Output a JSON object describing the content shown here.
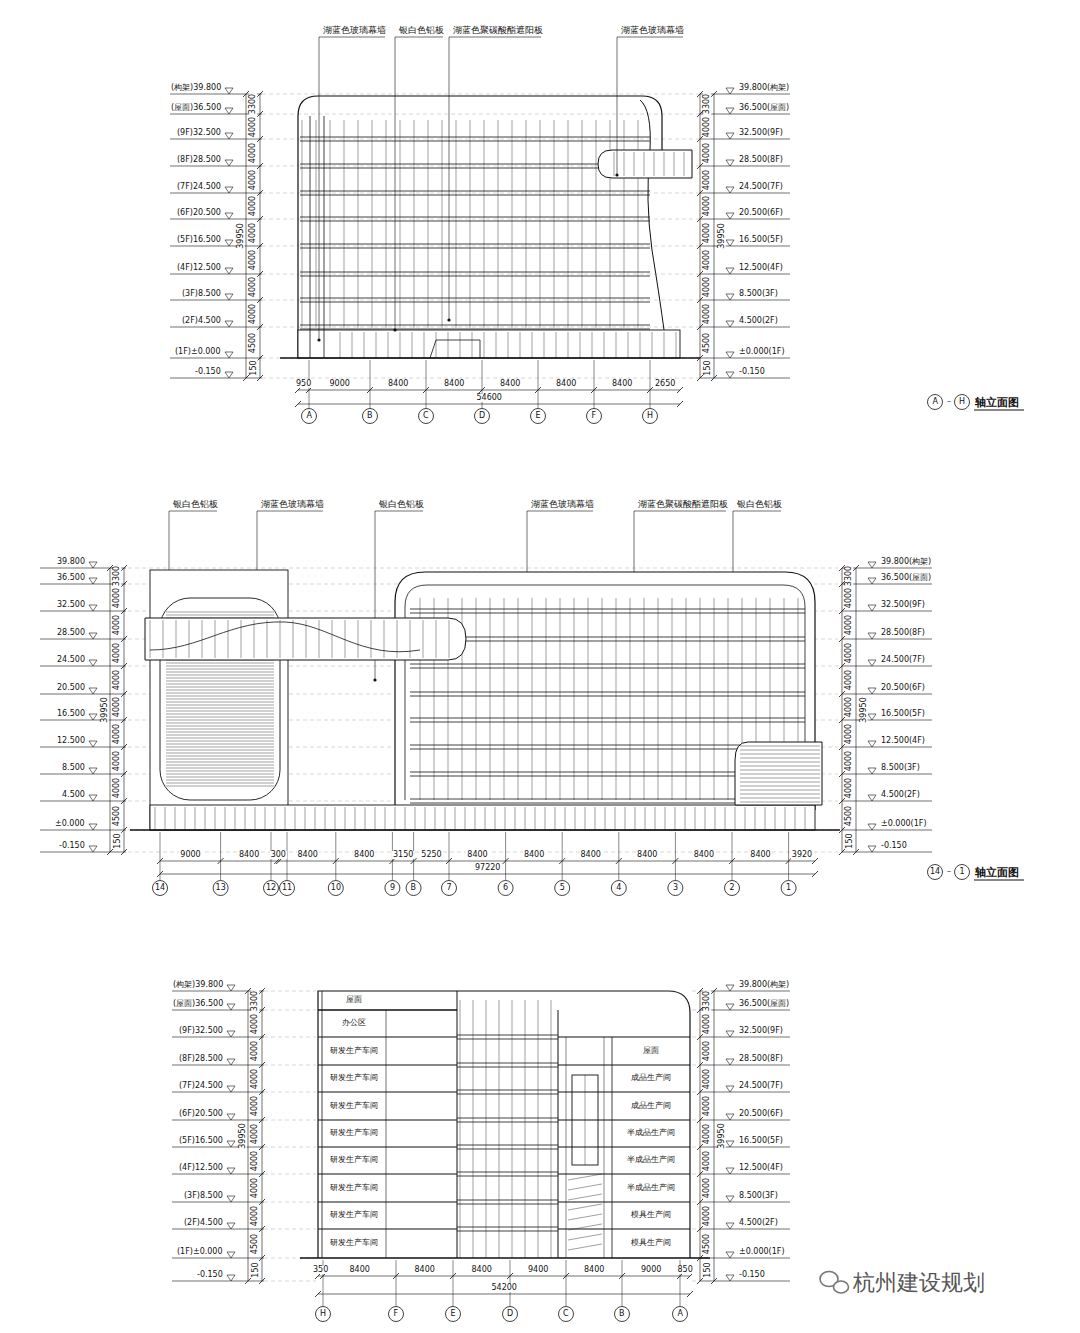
{
  "diagram": {
    "nodes": [
      {
        "text": [
          "屋面"
        ]
      },
      {
        "text": [
          "办公区"
        ]
      },
      {
        "text": [
          "研发生产车间"
        ]
      },
      {
        "text": [
          "研发生产车间"
        ]
      },
      {
        "text": [
          "研发生产车间"
        ]
      },
      {
        "text": [
          "研发生产车间"
        ]
      },
      {
        "text": [
          "研发生产车间"
        ]
      },
      {
        "text": [
          "研发生产车间"
        ]
      },
      {
        "text": [
          "研发生产车间"
        ]
      },
      {
        "text": [
          "研发生产车间"
        ]
      },
      {
        "text": [
          "屋面"
        ]
      },
      {
        "text": [
          "成品生产间"
        ]
      },
      {
        "text": [
          "成品生产间"
        ]
      },
      {
        "text": [
          "半成品生产间"
        ]
      },
      {
        "text": [
          "半成品生产间"
        ]
      },
      {
        "text": [
          "半成品生产间"
        ]
      },
      {
        "text": [
          "模具生产间"
        ]
      },
      {
        "text": [
          "模具生产间"
        ]
      }
    ],
    "labels": [
      "湖蓝色玻璃幕墙",
      "银白色铝板",
      "湖蓝色聚碳酸酯遮阳板",
      "湖蓝色玻璃幕墙",
      "(构架)39.800",
      "(屋面)36.500",
      "(9F)32.500",
      "(8F)28.500",
      "(7F)24.500",
      "(6F)20.500",
      "(5F)16.500",
      "(4F)12.500",
      "(3F)8.500",
      "(2F)4.500",
      "(1F)±0.000",
      "-0.150",
      "39.800(构架)",
      "36.500(屋面)",
      "32.500(9F)",
      "28.500(8F)",
      "24.500(7F)",
      "20.500(6F)",
      "16.500(5F)",
      "12.500(4F)",
      "8.500(3F)",
      "4.500(2F)",
      "±0.000(1F)",
      "-0.150",
      "3300",
      "4000",
      "4000",
      "4000",
      "4000",
      "4000",
      "4000",
      "4000",
      "4000",
      "4500",
      "150",
      "39950",
      "3300",
      "4000",
      "4000",
      "4000",
      "4000",
      "4000",
      "4000",
      "4000",
      "4000",
      "4500",
      "150",
      "39950",
      "950",
      "9000",
      "8400",
      "8400",
      "8400",
      "8400",
      "8400",
      "2650",
      "54600",
      "A",
      "B",
      "C",
      "D",
      "E",
      "F",
      "H",
      "A",
      "－",
      "H",
      "轴立面图",
      "银白色铝板",
      "湖蓝色玻璃幕墙",
      "银白色铝板",
      "湖蓝色玻璃幕墙",
      "湖蓝色聚碳酸酯遮阳板",
      "银白色铝板",
      "39.800",
      "36.500",
      "32.500",
      "28.500",
      "24.500",
      "20.500",
      "16.500",
      "12.500",
      "8.500",
      "4.500",
      "±0.000",
      "-0.150",
      "39.800(构架)",
      "36.500(屋面)",
      "32.500(9F)",
      "28.500(8F)",
      "24.500(7F)",
      "20.500(6F)",
      "16.500(5F)",
      "12.500(4F)",
      "8.500(3F)",
      "4.500(2F)",
      "±0.000(1F)",
      "-0.150",
      "3300",
      "4000",
      "4000",
      "4000",
      "4000",
      "4000",
      "4000",
      "4000",
      "4000",
      "4500",
      "150",
      "39950",
      "3300",
      "4000",
      "4000",
      "4000",
      "4000",
      "4000",
      "4000",
      "4000",
      "4000",
      "4500",
      "150",
      "39950",
      "9000",
      "8400",
      "300",
      "8400",
      "8400",
      "3150",
      "5250",
      "8400",
      "8400",
      "8400",
      "8400",
      "8400",
      "8400",
      "3920",
      "97220",
      "14",
      "13",
      "12",
      "11",
      "10",
      "9",
      "B",
      "7",
      "6",
      "5",
      "4",
      "3",
      "2",
      "1",
      "14",
      "－",
      "1",
      "轴立面图",
      "(构架)39.800",
      "(屋面)36.500",
      "(9F)32.500",
      "(8F)28.500",
      "(7F)24.500",
      "(6F)20.500",
      "(5F)16.500",
      "(4F)12.500",
      "(3F)8.500",
      "(2F)4.500",
      "(1F)±0.000",
      "-0.150",
      "39.800(构架)",
      "36.500(屋面)",
      "32.500(9F)",
      "28.500(8F)",
      "24.500(7F)",
      "20.500(6F)",
      "16.500(5F)",
      "12.500(4F)",
      "8.500(3F)",
      "4.500(2F)",
      "±0.000(1F)",
      "-0.150",
      "3300",
      "4000",
      "4000",
      "4000",
      "4000",
      "4000",
      "4000",
      "4000",
      "4000",
      "4500",
      "150",
      "39950",
      "3300",
      "4000",
      "4000",
      "4000",
      "4000",
      "4000",
      "4000",
      "4000",
      "4000",
      "4500",
      "150",
      "39950",
      "350",
      "8400",
      "8400",
      "8400",
      "9400",
      "8400",
      "9000",
      "850",
      "54200",
      "H",
      "F",
      "E",
      "D",
      "C",
      "B",
      "A",
      "杭州建设规划"
    ]
  }
}
